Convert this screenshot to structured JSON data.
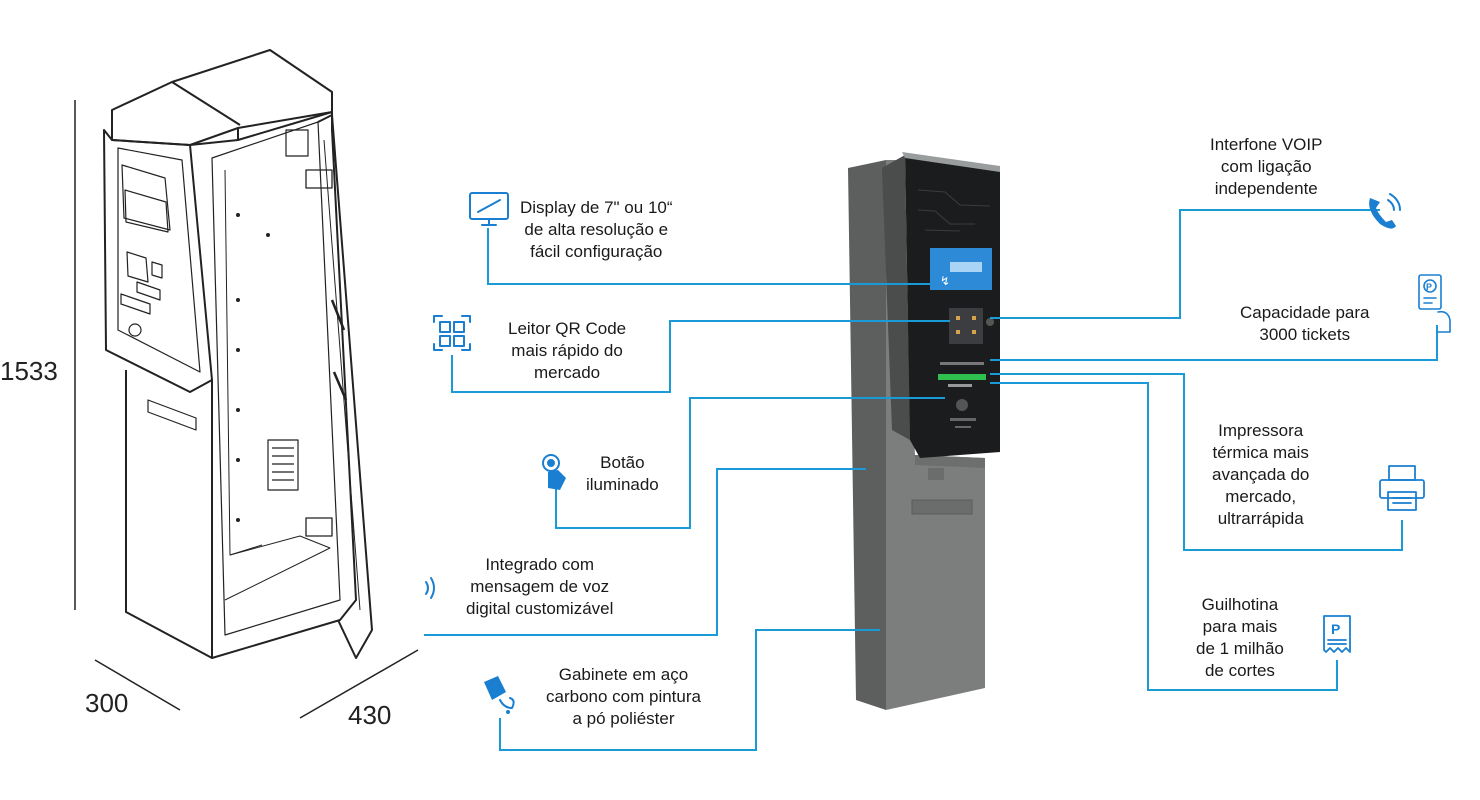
{
  "dimensions": {
    "height": "1533",
    "width": "300",
    "depth": "430"
  },
  "colors": {
    "callout_line": "#1a9bd8",
    "icon": "#1a7fd0",
    "cabinet": "#7b7e7d"
  },
  "features": [
    {
      "id": "display",
      "icon": "monitor-icon",
      "lines": [
        "Display de 7\" ou 10“",
        "de alta resolução e",
        "fácil configuração"
      ]
    },
    {
      "id": "qr",
      "icon": "qr-code-icon",
      "lines": [
        "Leitor QR Code",
        "mais rápido do",
        "mercado"
      ]
    },
    {
      "id": "button",
      "icon": "touch-button-icon",
      "lines": [
        "Botão",
        "iluminado"
      ]
    },
    {
      "id": "voice",
      "icon": "sound-wave-icon",
      "lines": [
        "Integrado com",
        "mensagem de voz",
        "digital customizável"
      ]
    },
    {
      "id": "cabinet",
      "icon": "paint-bucket-icon",
      "lines": [
        "Gabinete em aço",
        "carbono com pintura",
        "a pó poliéster"
      ]
    },
    {
      "id": "voip",
      "icon": "phone-icon",
      "lines": [
        "Interfone VOIP",
        "com ligação",
        "independente"
      ]
    },
    {
      "id": "tickets",
      "icon": "parking-ticket-hand-icon",
      "lines": [
        "Capacidade para",
        "3000 tickets"
      ]
    },
    {
      "id": "printer",
      "icon": "printer-icon",
      "lines": [
        "Impressora",
        "térmica mais",
        "avançada do",
        "mercado,",
        "ultrarrápida"
      ]
    },
    {
      "id": "guillotine",
      "icon": "parking-receipt-icon",
      "lines": [
        "Guilhotina",
        "para mais",
        "de 1 milhão",
        "de cortes"
      ]
    }
  ]
}
